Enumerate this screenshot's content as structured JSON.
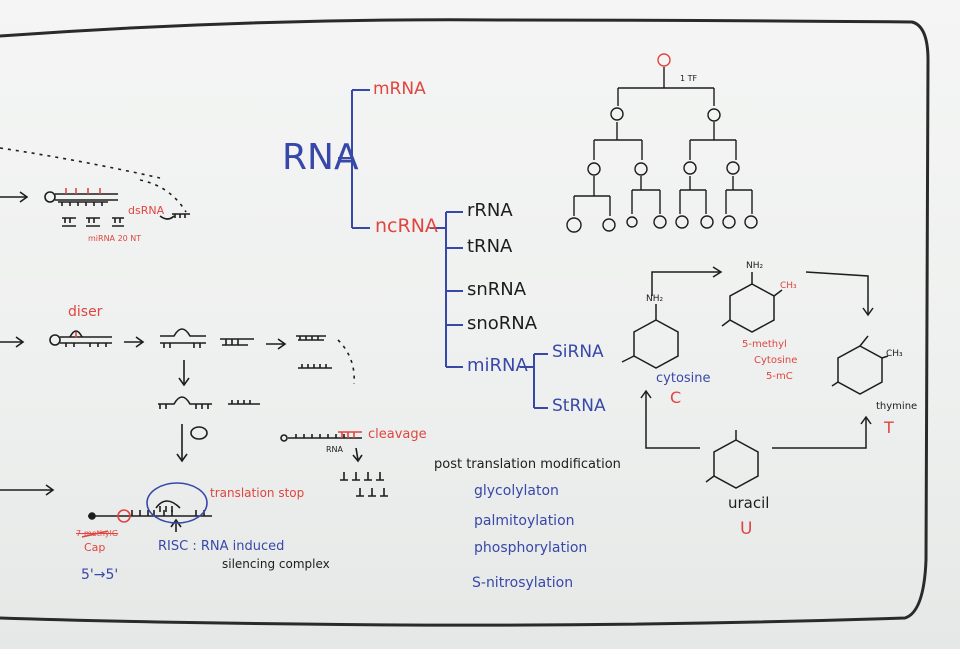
{
  "colors": {
    "red_marker": "#e0453f",
    "blue_marker": "#3848a8",
    "black_marker": "#1d1d1d",
    "board": "#f2f3f2"
  },
  "rna_tree": {
    "root": "RNA",
    "mrna": "mRNA",
    "ncrna": "ncRNA",
    "nc_children": [
      "rRNA",
      "tRNA",
      "snRNA",
      "snoRNA"
    ],
    "mirna": "miRNA",
    "mirna_children": [
      "SiRNA",
      "StRNA"
    ]
  },
  "rnai_notes": {
    "dsrna": "dsRNA",
    "mirna_length": "miRNA 20 NT",
    "dicer": "diser",
    "cleavage": "cleavage",
    "rna_label": "RNA",
    "translation_stop": "translation stop",
    "risc": "RISC : RNA induced",
    "risc_line2": "silencing complex",
    "cap_struck": "7-methylG",
    "cap": "Cap",
    "direction": "5'→5'"
  },
  "ptm": {
    "heading": "post translation modification",
    "items": [
      "glycolylaton",
      "palmitoylation",
      "phosphorylation",
      "S-nitrosylation"
    ]
  },
  "tf_tree": {
    "label": "1 TF"
  },
  "bases": {
    "amine": "NH₂",
    "methyl": "CH₃",
    "cytosine": "cytosine",
    "cytosine_letter": "C",
    "methylcytosine": [
      "5-methyl",
      "Cytosine",
      "5-mC"
    ],
    "thymine": "thymine",
    "thymine_letter": "T",
    "uracil": "uracil",
    "uracil_letter": "U"
  }
}
